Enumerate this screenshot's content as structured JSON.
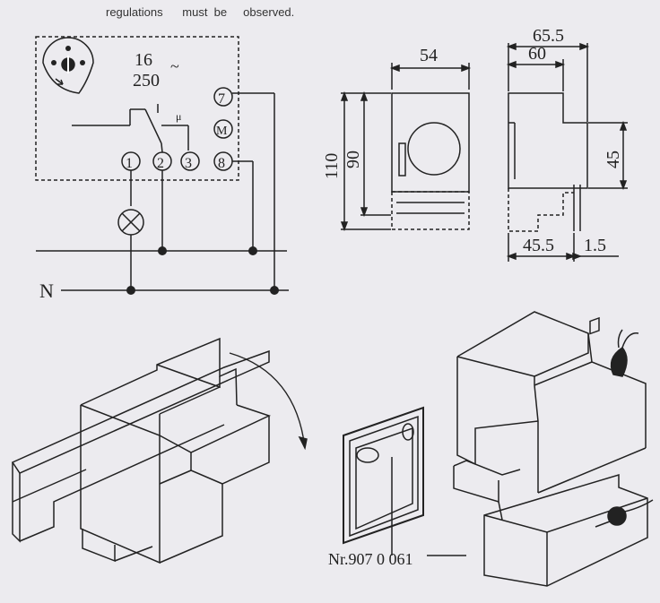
{
  "note": {
    "text": "regulations      must  be     observed."
  },
  "wiring": {
    "rating_current": "16",
    "rating_voltage": "250",
    "ac_symbol": "~",
    "contact_symbol": "μ",
    "terminals": [
      "1",
      "2",
      "3",
      "7",
      "8"
    ],
    "motor_symbol": "M",
    "neutral_label": "N"
  },
  "front_view": {
    "width": "54",
    "height_total": "110",
    "height_body": "90"
  },
  "side_view": {
    "depth_total": "65.5",
    "depth_top": "60",
    "height_front": "45",
    "depth_base": "45.5",
    "rail_offset": "1.5"
  },
  "parts": {
    "cover_part_number": "Nr.907 0 061"
  },
  "colors": {
    "ink": "#222222",
    "paper": "#ecebef"
  }
}
